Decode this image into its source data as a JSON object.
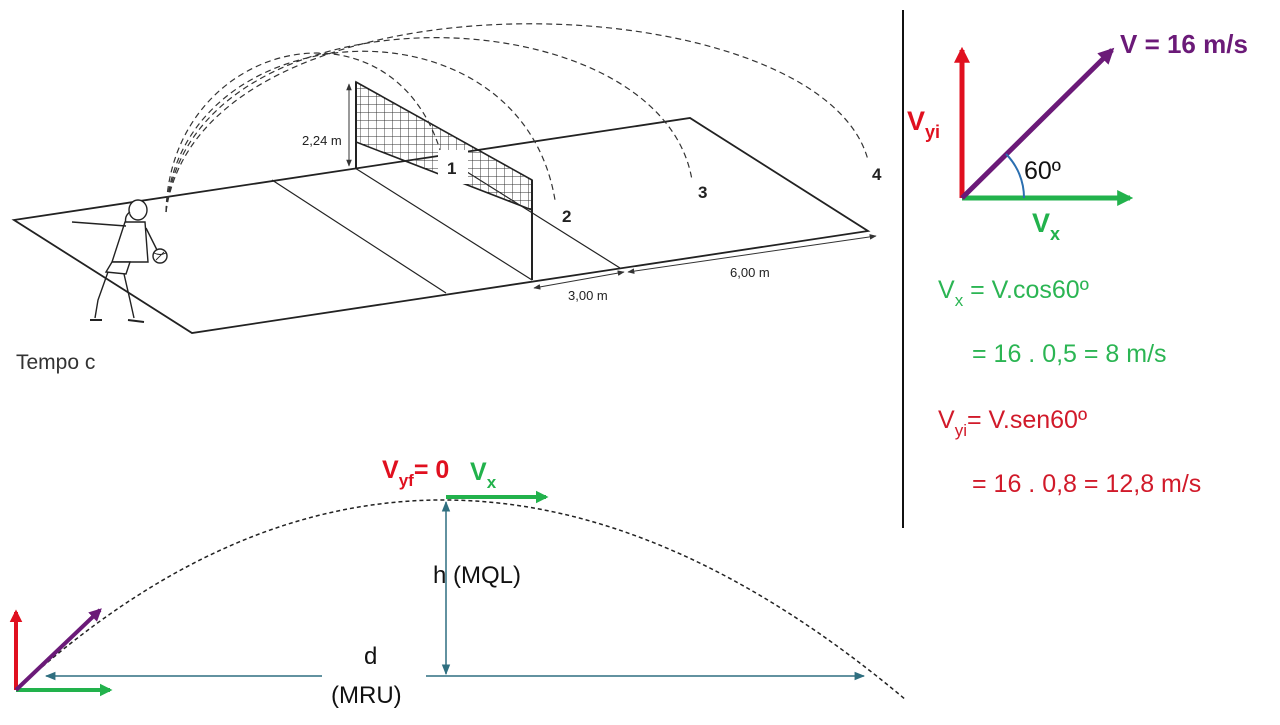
{
  "court": {
    "net_height_label": "2,24 m",
    "dist_3_label": "3,00 m",
    "dist_6_label": "6,00 m",
    "trajectory_labels": [
      "1",
      "2",
      "3",
      "4"
    ]
  },
  "caption": {
    "text": "Tempo c"
  },
  "vector": {
    "v_label": "V = 16 m/s",
    "vyi_main": "V",
    "vyi_sub": "yi",
    "vx_main": "V",
    "vx_sub": "x",
    "angle_label": "60º"
  },
  "equations": {
    "vx_lhs_main": "V",
    "vx_lhs_sub": "x",
    "vx_rhs": " = V.cos60º",
    "vx_result": "= 16 . 0,5 = 8 m/s",
    "vy_lhs_main": "V",
    "vy_lhs_sub": "yi",
    "vy_rhs": "= V.sen60º",
    "vy_result": "= 16 . 0,8 = 12,8 m/s"
  },
  "parabola": {
    "vyf_main": "V",
    "vyf_sub": "yf",
    "vyf_value": "= 0",
    "vx_main": "V",
    "vx_sub": "x",
    "h_label": "h (MQL)",
    "d_label": "d",
    "mru_label": "(MRU)"
  },
  "colors": {
    "red": "#e0101f",
    "green": "#22b24c",
    "purple": "#6b1a78",
    "teal": "#2f6f80",
    "eq_green": "#2bb553",
    "eq_red": "#d11a2a"
  }
}
